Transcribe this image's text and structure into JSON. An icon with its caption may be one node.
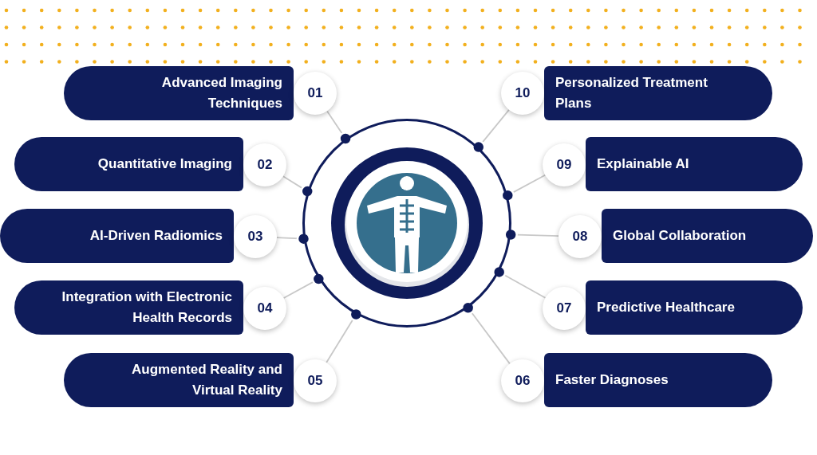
{
  "diagram": {
    "nodes": [
      {
        "text": [],
        "shape": "circle"
      },
      {
        "text": [
          "Advanced Imaging Techniques"
        ]
      },
      {
        "text": [
          "01"
        ]
      },
      {
        "text": [
          "Quantitative Imaging"
        ]
      },
      {
        "text": [
          "02"
        ]
      },
      {
        "text": [
          "AI-Driven Radiomics"
        ]
      },
      {
        "text": [
          "03"
        ]
      },
      {
        "text": [
          "Integration with Electronic Health Records"
        ]
      },
      {
        "text": [
          "04"
        ]
      },
      {
        "text": [
          "Augmented Reality and Virtual Reality"
        ]
      },
      {
        "text": [
          "05"
        ]
      },
      {
        "text": [
          "Faster Diagnoses"
        ]
      },
      {
        "text": [
          "06"
        ]
      },
      {
        "text": [
          "Predictive Healthcare"
        ]
      },
      {
        "text": [
          "07"
        ]
      },
      {
        "text": [
          "Global Collaboration"
        ]
      },
      {
        "text": [
          "08"
        ]
      },
      {
        "text": [
          "Explainable AI"
        ]
      },
      {
        "text": [
          "09"
        ]
      },
      {
        "text": [
          "Personalized Treatment Plans"
        ]
      },
      {
        "text": [
          "10"
        ]
      }
    ],
    "edges": [
      {
        "from": 2,
        "to": 0,
        "arrow": "other"
      },
      {
        "from": 4,
        "to": 0,
        "arrow": "other"
      },
      {
        "from": 6,
        "to": 0,
        "arrow": "other"
      },
      {
        "from": 8,
        "to": 0,
        "arrow": "other"
      },
      {
        "from": 10,
        "to": 0,
        "arrow": "other"
      },
      {
        "from": 12,
        "to": 0,
        "arrow": "other"
      },
      {
        "from": 14,
        "to": 0,
        "arrow": "other"
      },
      {
        "from": 16,
        "to": 0,
        "arrow": "other"
      },
      {
        "from": 18,
        "to": 0,
        "arrow": "other"
      },
      {
        "from": 20,
        "to": 0,
        "arrow": "other"
      }
    ]
  }
}
